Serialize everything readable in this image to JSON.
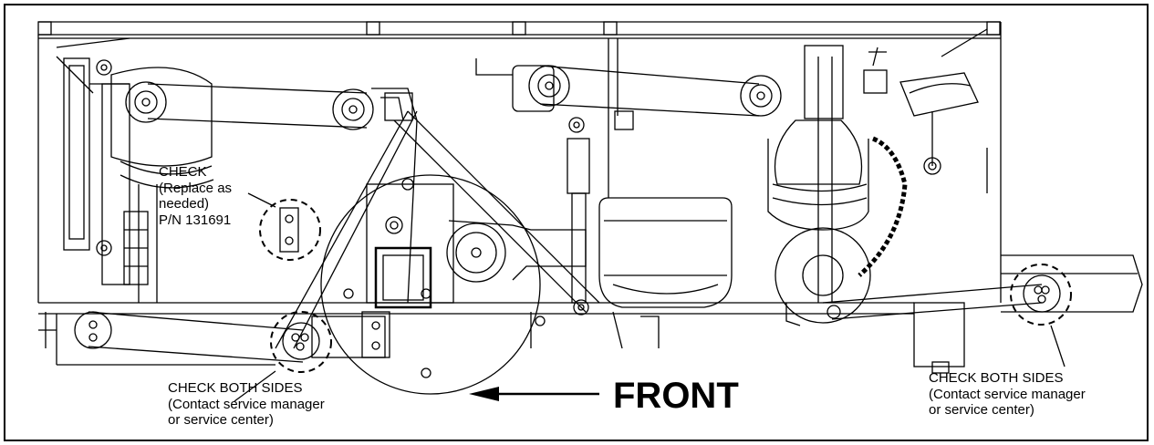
{
  "labels": {
    "check_replace": [
      "CHECK",
      "(Replace as",
      "needed)",
      "P/N 131691"
    ],
    "check_left": [
      "CHECK BOTH SIDES",
      "(Contact service manager",
      "or service center)"
    ],
    "check_right": [
      "CHECK BOTH SIDES",
      "(Contact service manager",
      "or service center)"
    ],
    "front": "FRONT"
  },
  "colors": {
    "line": "#000000",
    "background": "#ffffff"
  }
}
